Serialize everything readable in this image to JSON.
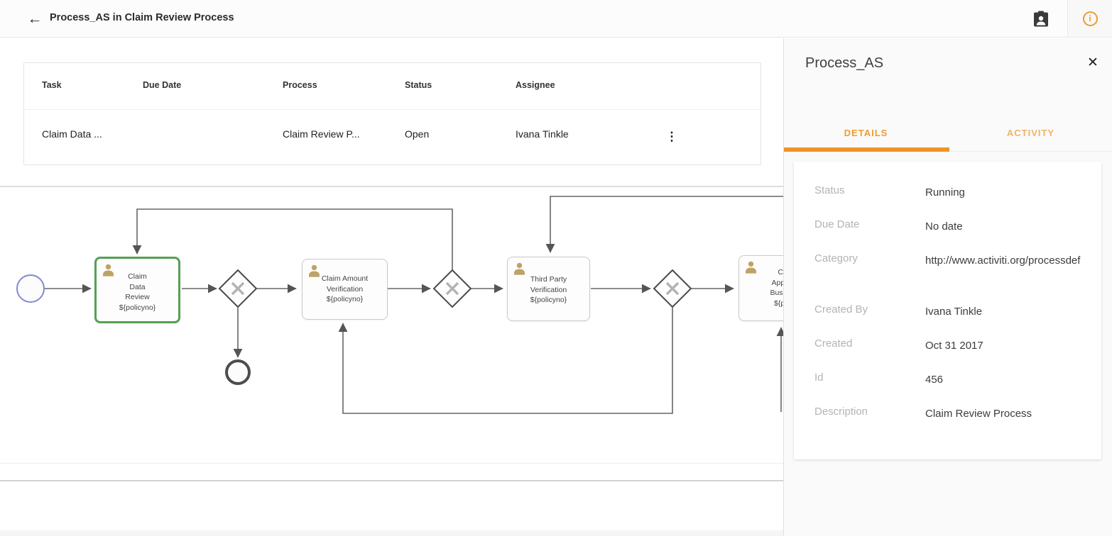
{
  "header": {
    "title": "Process_AS in Claim Review Process",
    "back_glyph": "←",
    "info_glyph": "i"
  },
  "task_table": {
    "columns": {
      "task": "Task",
      "due_date": "Due Date",
      "process": "Process",
      "status": "Status",
      "assignee": "Assignee"
    },
    "row": {
      "task": "Claim Data ...",
      "due_date": "",
      "process": "Claim Review P...",
      "status": "Open",
      "assignee": "Ivana Tinkle",
      "kebab_glyph": "⋮"
    }
  },
  "diagram": {
    "tasks": [
      {
        "name": "claim-data-review",
        "selected": true,
        "lines": {
          "l0": "Claim",
          "l1": "Data",
          "l2": "Review",
          "l3": "${policyno}"
        }
      },
      {
        "name": "claim-amount-verification",
        "lines": {
          "l0": "Claim Amount",
          "l1": "Verification",
          "l2": "${policyno}"
        }
      },
      {
        "name": "third-party-verification",
        "lines": {
          "l0": "Third Party",
          "l1": "Verification",
          "l2": "${policyno}"
        }
      },
      {
        "name": "clipped-task",
        "lines": {
          "l0": "Cl",
          "l1": "Appro",
          "l2": "Busine",
          "l3": "${po"
        }
      }
    ],
    "colors": {
      "selected_border": "#55a054",
      "start_event_border": "#8289d4",
      "end_event_border": "#4d4d4d",
      "person_icon": "#bfa265",
      "line": "#666666"
    }
  },
  "panel": {
    "title": "Process_AS",
    "close_glyph": "✕",
    "tabs": {
      "details": "DETAILS",
      "activity": "ACTIVITY"
    },
    "accent_color": "#ef9a2e",
    "details": [
      {
        "label": "Status",
        "value": "Running"
      },
      {
        "label": "Due Date",
        "value": "No date"
      },
      {
        "label": "Category",
        "value": "http://www.activiti.org/processdef"
      },
      {
        "label": "Created By",
        "value": "Ivana Tinkle"
      },
      {
        "label": "Created",
        "value": "Oct 31 2017"
      },
      {
        "label": "Id",
        "value": "456"
      },
      {
        "label": "Description",
        "value": "Claim Review Process"
      }
    ]
  }
}
